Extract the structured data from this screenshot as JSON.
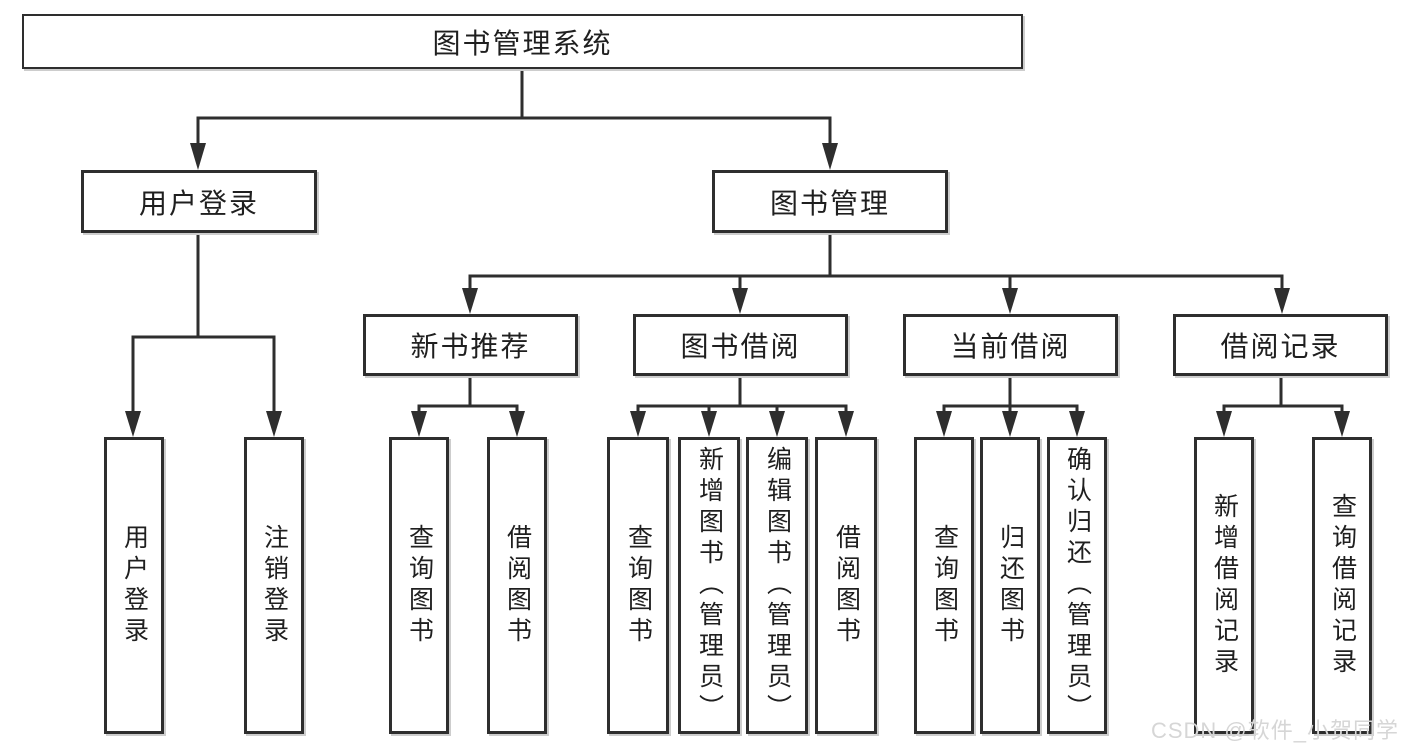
{
  "colors": {
    "line": "#2e2e2e",
    "box_border": "#2e2e2e",
    "text": "#1f1f1f",
    "background": "#ffffff",
    "watermark": "#d6d6d6"
  },
  "diagram": {
    "root": {
      "label": "图书管理系统"
    },
    "children": [
      {
        "label": "用户登录",
        "leaves": [
          "用户登录",
          "注销登录"
        ]
      },
      {
        "label": "图书管理",
        "groups": [
          {
            "label": "新书推荐",
            "leaves": [
              "查询图书",
              "借阅图书"
            ]
          },
          {
            "label": "图书借阅",
            "leaves": [
              "查询图书",
              "新增图书（管理员）",
              "编辑图书（管理员）",
              "借阅图书"
            ]
          },
          {
            "label": "当前借阅",
            "leaves": [
              "查询图书",
              "归还图书",
              "确认归还（管理员）"
            ]
          },
          {
            "label": "借阅记录",
            "leaves": [
              "新增借阅记录",
              "查询借阅记录"
            ]
          }
        ]
      }
    ]
  },
  "watermark": {
    "text": "CSDN @软件_小贺同学"
  }
}
